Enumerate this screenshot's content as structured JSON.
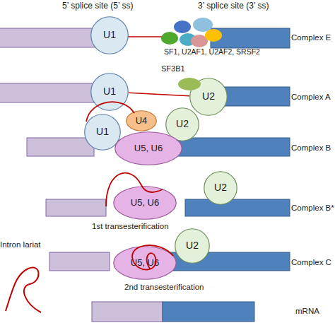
{
  "diagram": {
    "nodes": [
      {
        "text": [
          "U1"
        ]
      },
      {
        "text": [
          "U1"
        ]
      },
      {
        "text": [
          "U2"
        ]
      },
      {
        "text": [
          "U1"
        ]
      },
      {
        "text": [
          "U4"
        ]
      },
      {
        "text": [
          "U2"
        ]
      },
      {
        "text": [
          "U5, U6"
        ]
      },
      {
        "text": [
          "U5, U6"
        ]
      },
      {
        "text": [
          "U2"
        ]
      },
      {
        "text": [
          "U5, U6"
        ]
      },
      {
        "text": [
          "U2"
        ]
      }
    ],
    "edges": [
      {
        "from": 1,
        "to": 2,
        "arrow": "none"
      }
    ],
    "labels": [
      "5’ splice site (5’ ss)",
      "3’ splice site (3’ ss)",
      "Complex E",
      "SF1, U2AF1, U2AF2, SRSF2",
      "SF3B1",
      "Complex A",
      "Complex B",
      "Complex B*",
      "1st transesterification",
      "Intron lariat",
      "Complex C",
      "2nd transesterification",
      "mRNA"
    ]
  }
}
